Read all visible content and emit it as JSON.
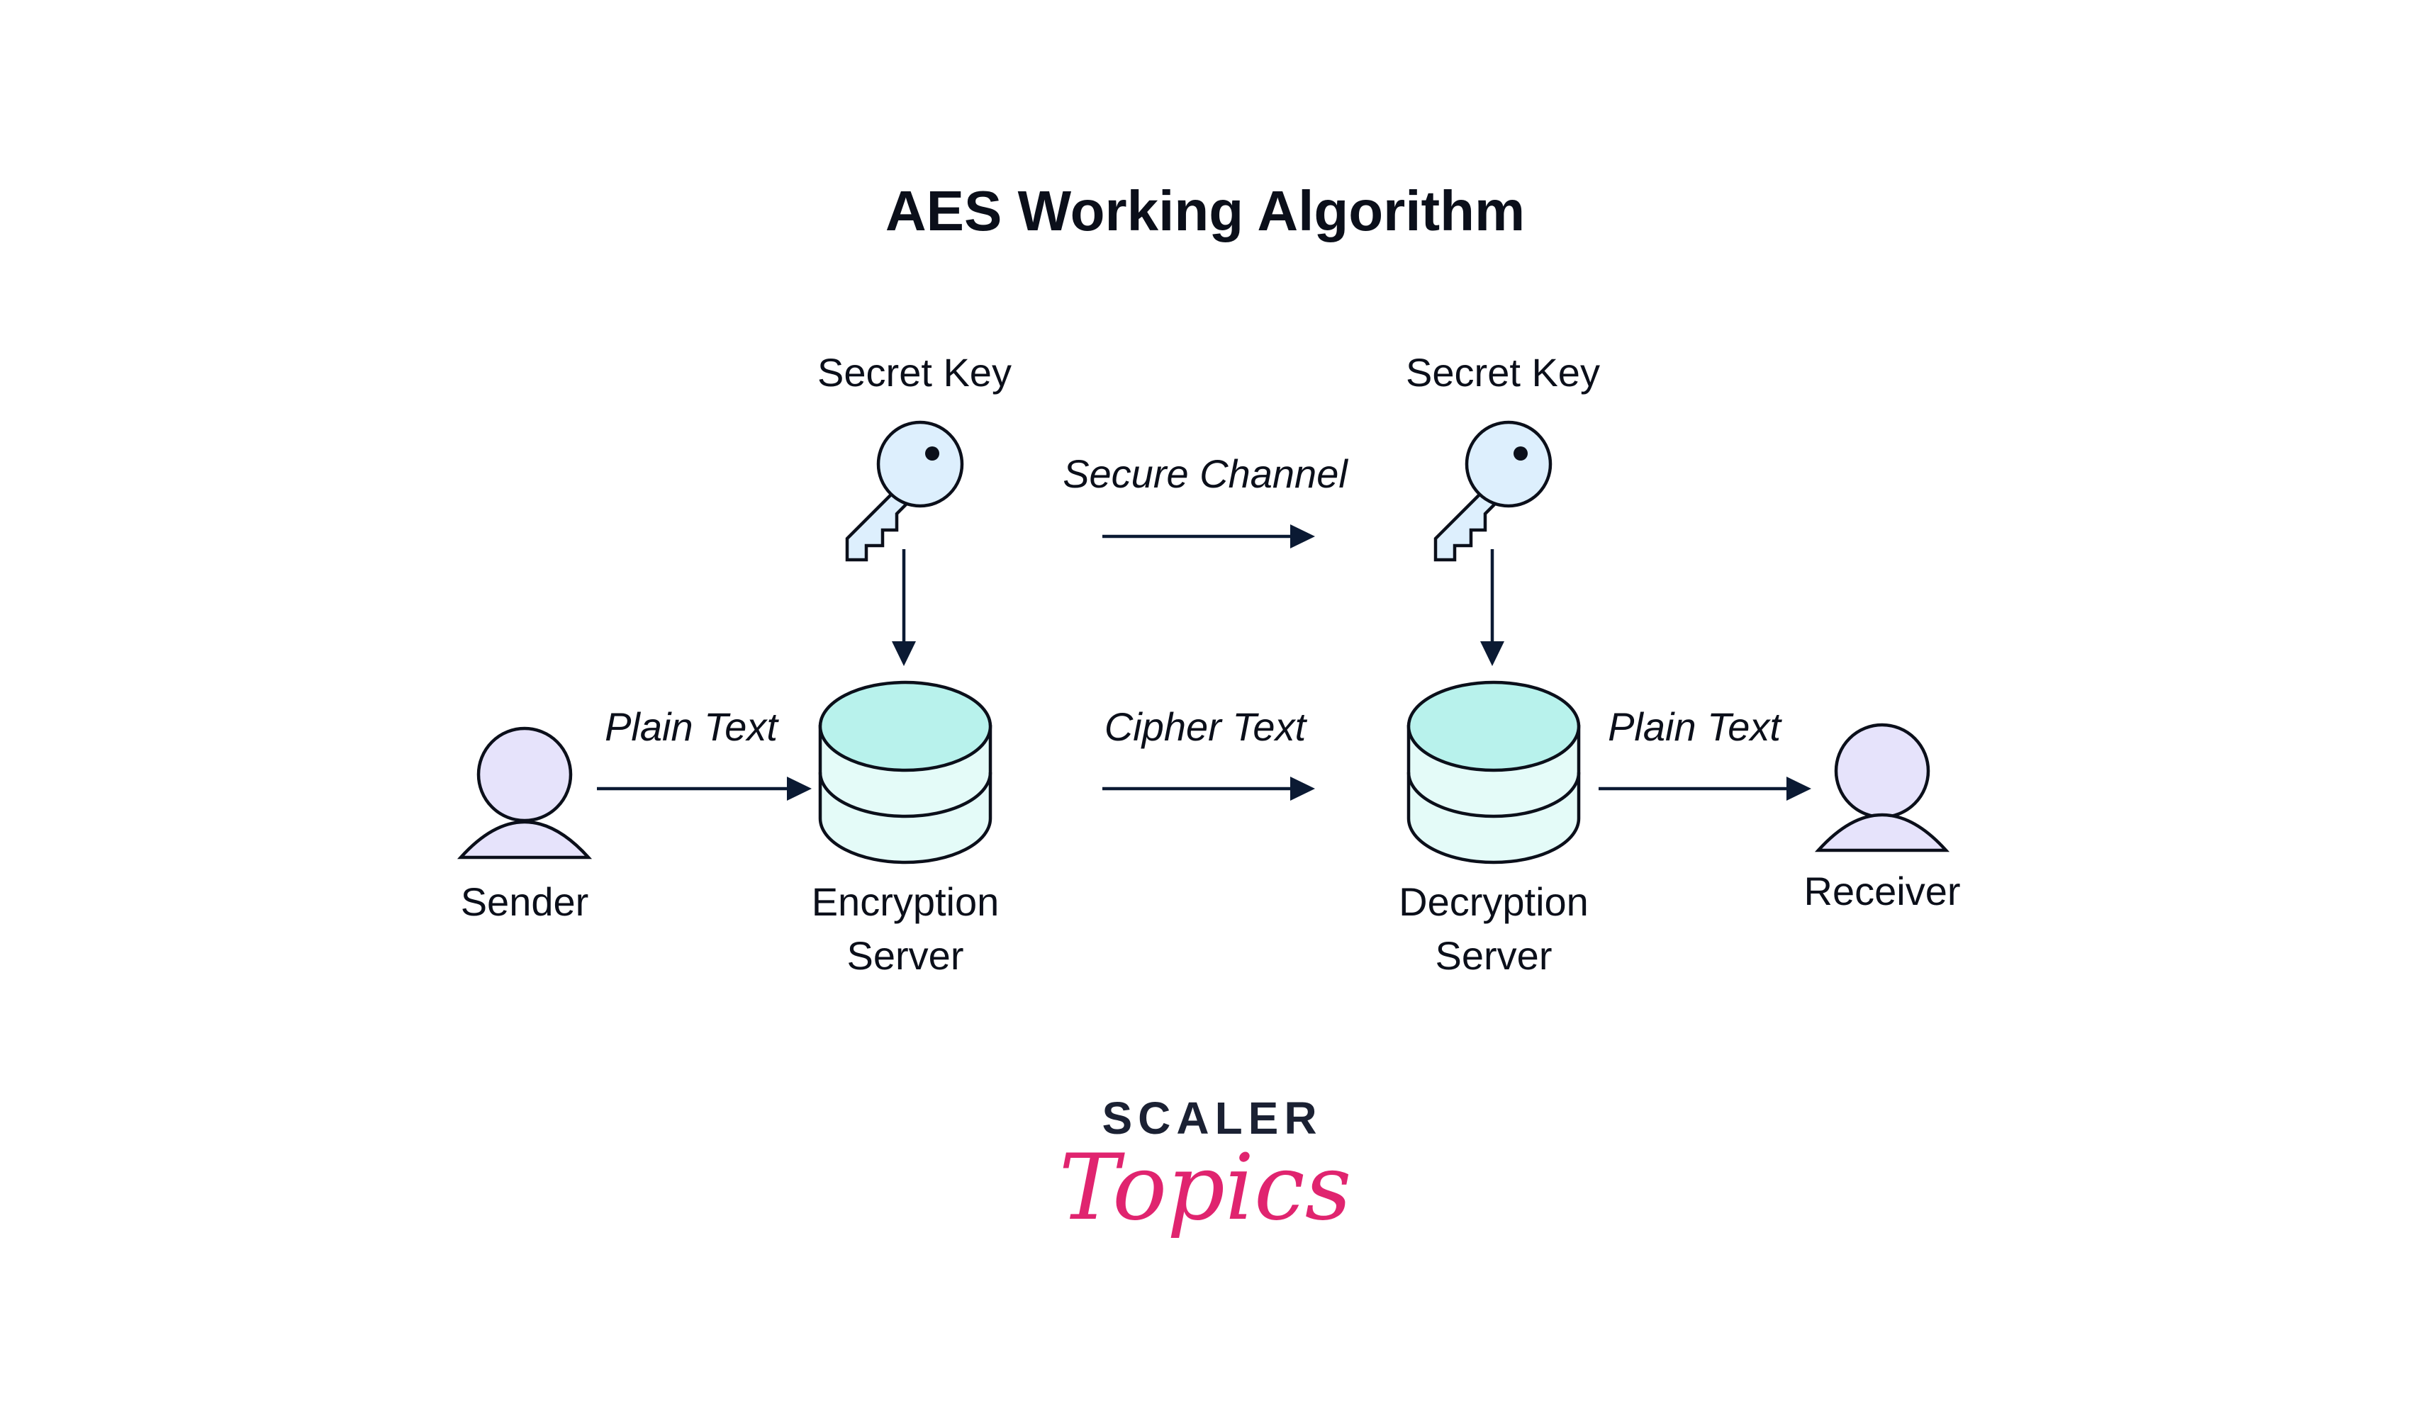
{
  "title": "AES Working Algorithm",
  "nodes": {
    "sender": {
      "label": "Sender"
    },
    "encryption_server": {
      "label_line1": "Encryption",
      "label_line2": "Server"
    },
    "decryption_server": {
      "label_line1": "Decryption",
      "label_line2": "Server"
    },
    "receiver": {
      "label": "Receiver"
    },
    "key_left": {
      "label": "Secret Key"
    },
    "key_right": {
      "label": "Secret Key"
    }
  },
  "edges": {
    "plain_text_in": "Plain Text",
    "cipher_text": "Cipher Text",
    "plain_text_out": "Plain Text",
    "secure_channel": "Secure Channel"
  },
  "logo": {
    "top": "SCALER",
    "script": "Topics"
  },
  "colors": {
    "person_fill": "#e6e3fb",
    "server_top_fill": "#b8f2ec",
    "server_body_fill": "#e4fbf8",
    "key_fill": "#ddeffd",
    "ink": "#0b0f1a",
    "arrow": "#0b1a33",
    "logo_dark": "#1b2133",
    "logo_pink": "#e0246f"
  }
}
